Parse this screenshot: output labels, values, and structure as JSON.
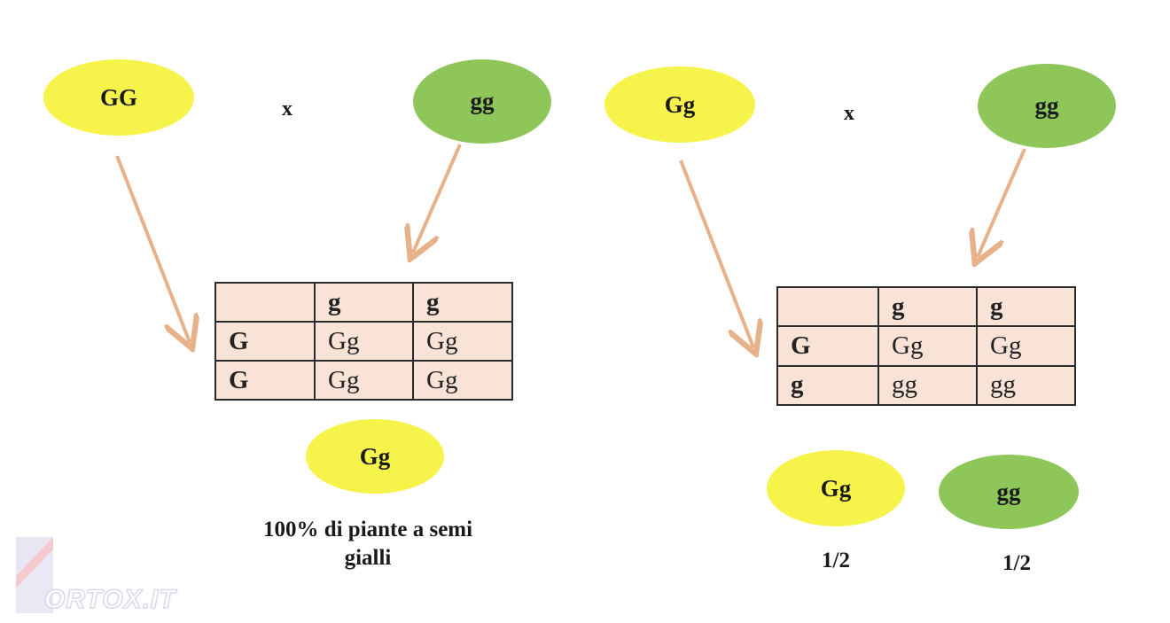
{
  "left_cross": {
    "parent1": {
      "genotype": "GG",
      "color": "#f6f34a"
    },
    "cross_symbol": "x",
    "parent2": {
      "genotype": "gg",
      "color": "#8ec65a"
    },
    "punnett": {
      "header": [
        "",
        "g",
        "g"
      ],
      "rows": [
        [
          "G",
          "Gg",
          "Gg"
        ],
        [
          "G",
          "Gg",
          "Gg"
        ]
      ]
    },
    "offspring": {
      "genotype": "Gg",
      "color": "#f6f34a"
    },
    "caption_line1": "100% di piante a semi",
    "caption_line2": "gialli"
  },
  "right_cross": {
    "parent1": {
      "genotype": "Gg",
      "color": "#f6f34a"
    },
    "cross_symbol": "x",
    "parent2": {
      "genotype": "gg",
      "color": "#8ec65a"
    },
    "punnett": {
      "header": [
        "",
        "g",
        "g"
      ],
      "rows": [
        [
          "G",
          "Gg",
          "Gg"
        ],
        [
          "g",
          "gg",
          "gg"
        ]
      ]
    },
    "offspring": [
      {
        "genotype": "Gg",
        "color": "#f6f34a",
        "ratio": "1/2"
      },
      {
        "genotype": "gg",
        "color": "#8ec65a",
        "ratio": "1/2"
      }
    ]
  },
  "colors": {
    "arrow": "#e7b189",
    "table_fill": "#f8e3d6",
    "border": "#2b2b2b"
  },
  "watermark": "ORTOX.IT"
}
